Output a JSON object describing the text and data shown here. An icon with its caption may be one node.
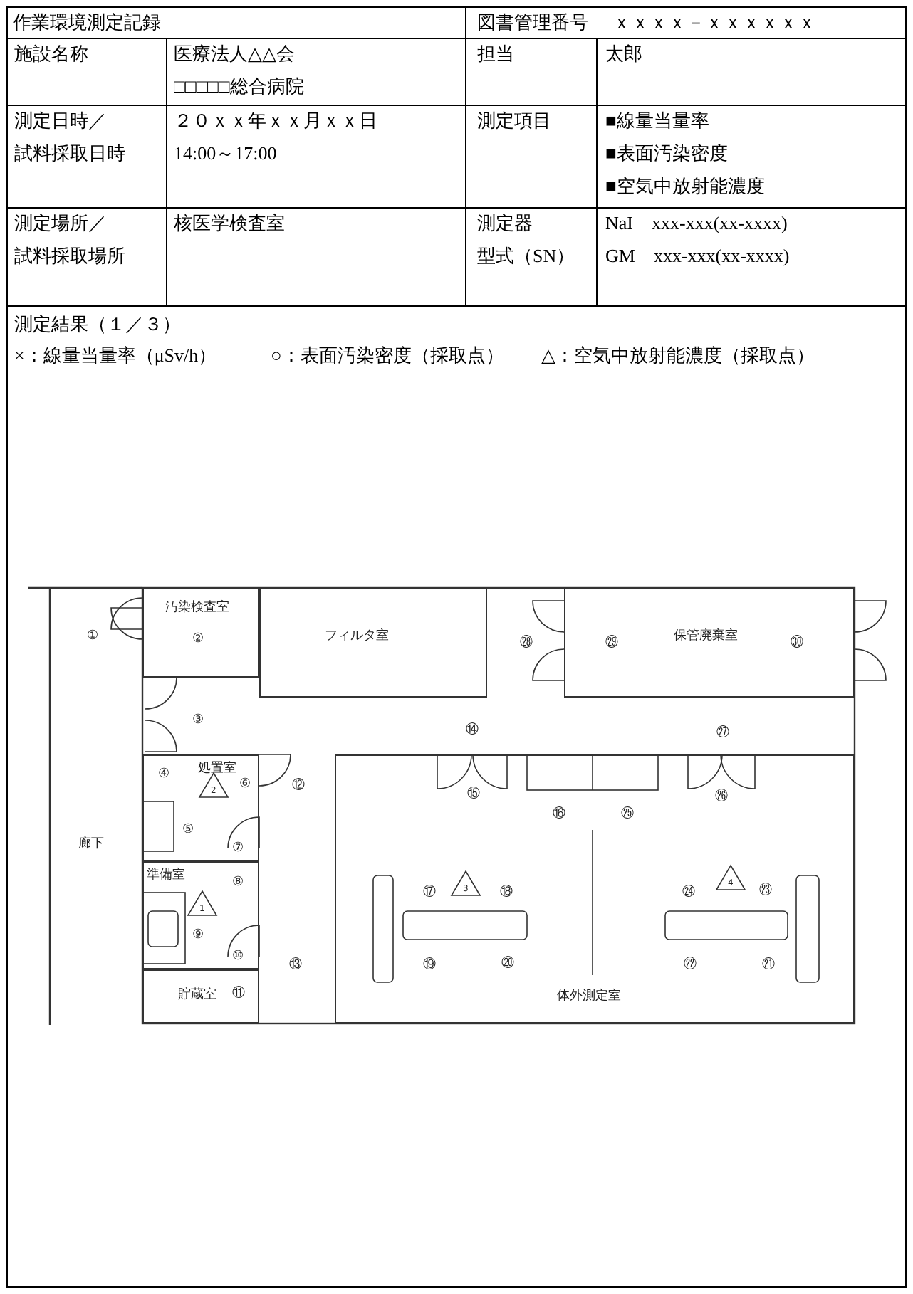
{
  "diagram": {
    "nodes": [
      {
        "text": [
          "汚染検査室"
        ]
      },
      {
        "text": [
          "フィルタ室"
        ]
      },
      {
        "text": [
          "保管廃棄室"
        ]
      },
      {
        "text": [
          "処置室"
        ]
      },
      {
        "text": [
          "準備室"
        ]
      },
      {
        "text": [
          "貯蔵室"
        ]
      },
      {
        "text": [
          "体外測定室"
        ]
      }
    ],
    "edges": [],
    "labels": [
      "作業環境測定記録",
      "図書管理番号",
      "ｘｘｘｘ－ｘｘｘｘｘｘ",
      "施設名称",
      "医療法人△△会",
      "□□□□□総合病院",
      "担当",
      "太郎",
      "測定日時／",
      "試料採取日時",
      "２０ｘｘ年ｘｘ月ｘｘ日",
      "14:00～17:00",
      "測定項目",
      "■線量当量率",
      "■表面汚染密度",
      "■空気中放射能濃度",
      "測定場所／",
      "試料採取場所",
      "核医学検査室",
      "測定器",
      "型式（SN）",
      "NaI　xxx-xxx(xx-xxxx)",
      "GM　xxx-xxx(xx-xxxx)",
      "測定結果（１／３）",
      "×：線量当量率（μSv/h）",
      "○：表面汚染密度（採取点）",
      "△：空気中放射能濃度（採取点）",
      "廊下",
      "①",
      "②",
      "③",
      "④",
      "⑤",
      "⑥",
      "⑦",
      "⑧",
      "⑨",
      "⑩",
      "⑪",
      "⑫",
      "⑬",
      "⑭",
      "⑮",
      "⑯",
      "⑰",
      "⑱",
      "⑲",
      "⑳",
      "㉒",
      "㉑",
      "㉔",
      "㉓",
      "㉕",
      "㉖",
      "㉗",
      "㉘",
      "㉙",
      "㉚",
      "2",
      "1",
      "3",
      "4"
    ]
  }
}
